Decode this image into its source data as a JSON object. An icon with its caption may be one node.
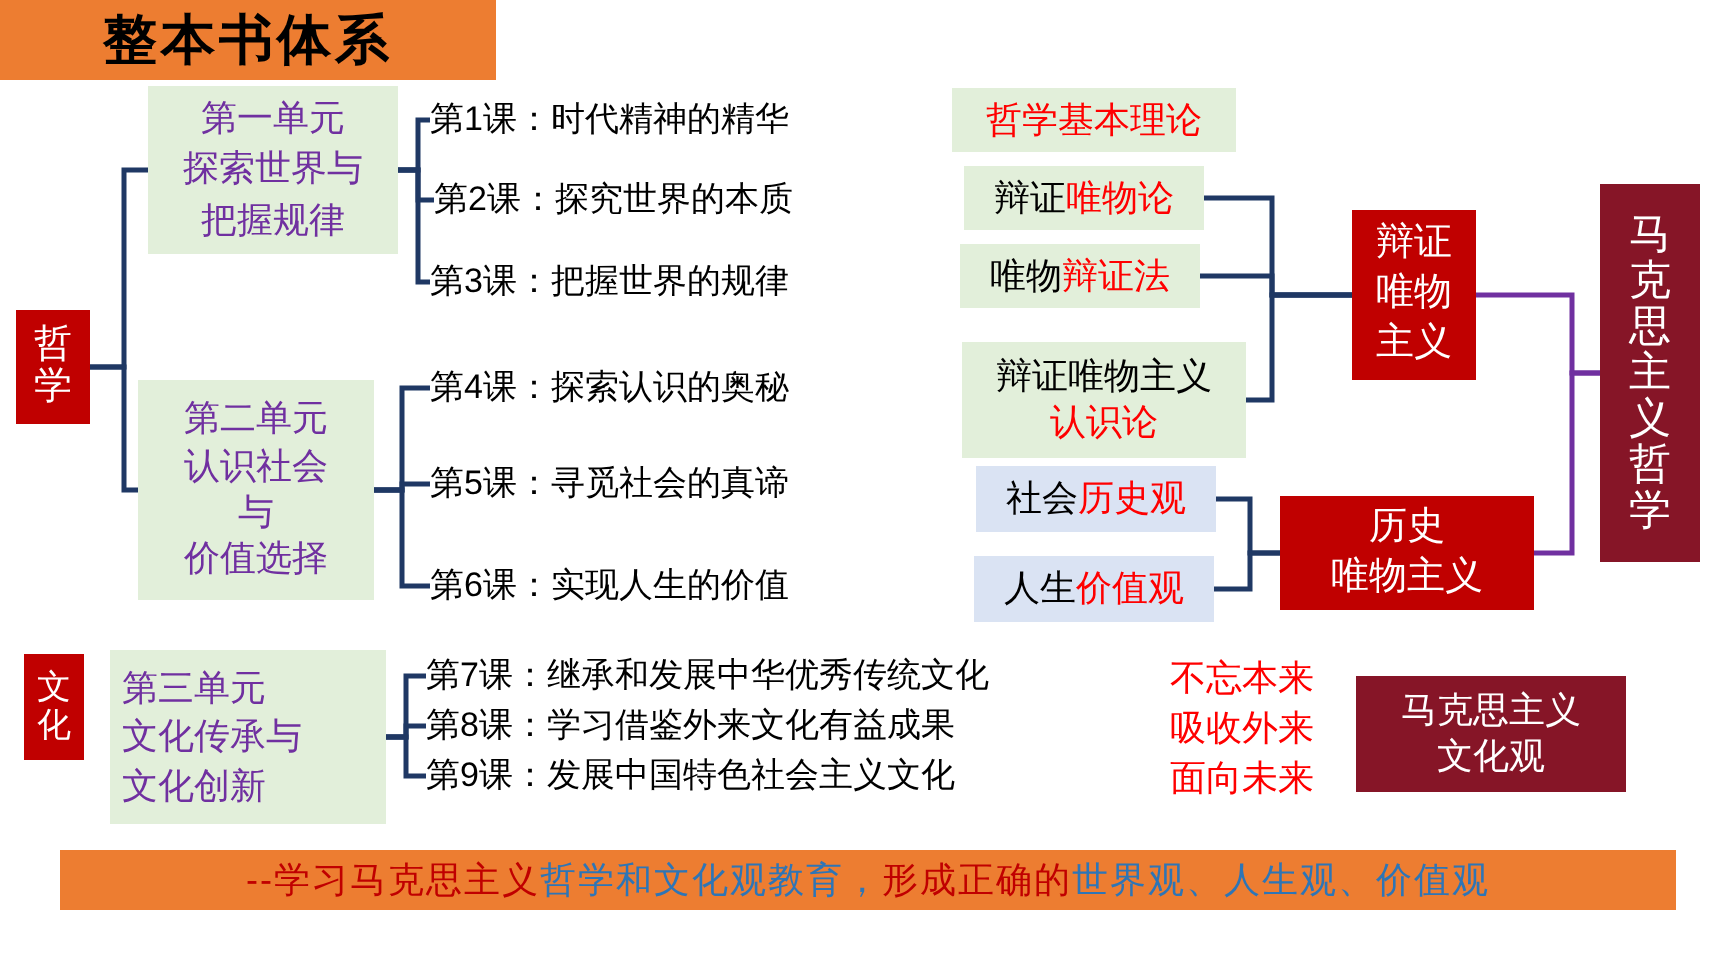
{
  "diagram": {
    "title": "整本书体系",
    "nodes": [
      {
        "text": [
          "哲学"
        ]
      },
      {
        "text": [
          "第一单元",
          "探索世界与",
          "把握规律"
        ]
      },
      {
        "text": [
          "第二单元",
          "认识社会",
          "与",
          "价值选择"
        ]
      },
      {
        "text": [
          "第1课：时代精神的精华"
        ]
      },
      {
        "text": [
          "第2课：探究世界的本质"
        ]
      },
      {
        "text": [
          "第3课：把握世界的规律"
        ]
      },
      {
        "text": [
          "第4课：探索认识的奥秘"
        ]
      },
      {
        "text": [
          "第5课：寻觅社会的真谛"
        ]
      },
      {
        "text": [
          "第6课：实现人生的价值"
        ]
      },
      {
        "text": [
          "哲学基本理论"
        ]
      },
      {
        "text": [
          "辩证",
          "唯物论"
        ]
      },
      {
        "text": [
          "唯物",
          "辩证法"
        ]
      },
      {
        "text": [
          "辩证唯物主义",
          "认识论"
        ]
      },
      {
        "text": [
          "社会",
          "历史观"
        ]
      },
      {
        "text": [
          "人生",
          "价值观"
        ]
      },
      {
        "text": [
          "辩证唯物主义"
        ]
      },
      {
        "text": [
          "历史",
          "唯物主义"
        ]
      },
      {
        "text": [
          "马克思主义哲学"
        ]
      },
      {
        "text": [
          "文化"
        ]
      },
      {
        "text": [
          "第三单元",
          "文化传承与",
          "文化创新"
        ]
      },
      {
        "text": [
          "第7课：继承和发展中华优秀传统文化"
        ]
      },
      {
        "text": [
          "第8课：学习借鉴外来文化有益成果"
        ]
      },
      {
        "text": [
          "第9课：发展中国特色社会主义文化"
        ]
      },
      {
        "text": [
          "马克思主义",
          "文化观"
        ]
      },
      {
        "text": [
          "--学习马克思主义",
          "哲学和文化观教育，",
          "形成正确的",
          "世界观、人生观、价值观"
        ]
      }
    ],
    "edges": [
      {
        "from": 0,
        "to": 1,
        "arrow": "none"
      },
      {
        "from": 0,
        "to": 2,
        "arrow": "none"
      },
      {
        "from": 1,
        "to": 3,
        "arrow": "none"
      },
      {
        "from": 1,
        "to": 4,
        "arrow": "none"
      },
      {
        "from": 1,
        "to": 5,
        "arrow": "none"
      },
      {
        "from": 2,
        "to": 6,
        "arrow": "none"
      },
      {
        "from": 2,
        "to": 7,
        "arrow": "none"
      },
      {
        "from": 2,
        "to": 8,
        "arrow": "none"
      },
      {
        "from": 10,
        "to": 15,
        "arrow": "none"
      },
      {
        "from": 11,
        "to": 15,
        "arrow": "none"
      },
      {
        "from": 12,
        "to": 15,
        "arrow": "none"
      },
      {
        "from": 13,
        "to": 16,
        "arrow": "none"
      },
      {
        "from": 14,
        "to": 16,
        "arrow": "none"
      },
      {
        "from": 15,
        "to": 17,
        "arrow": "none",
        "color": "#7030a0"
      },
      {
        "from": 16,
        "to": 17,
        "arrow": "none",
        "color": "#7030a0"
      },
      {
        "from": 19,
        "to": 20,
        "arrow": "none"
      },
      {
        "from": 19,
        "to": 21,
        "arrow": "none"
      },
      {
        "from": 19,
        "to": 22,
        "arrow": "none"
      }
    ],
    "labels": [
      "不忘本来",
      "吸收外来",
      "面向未来"
    ]
  }
}
